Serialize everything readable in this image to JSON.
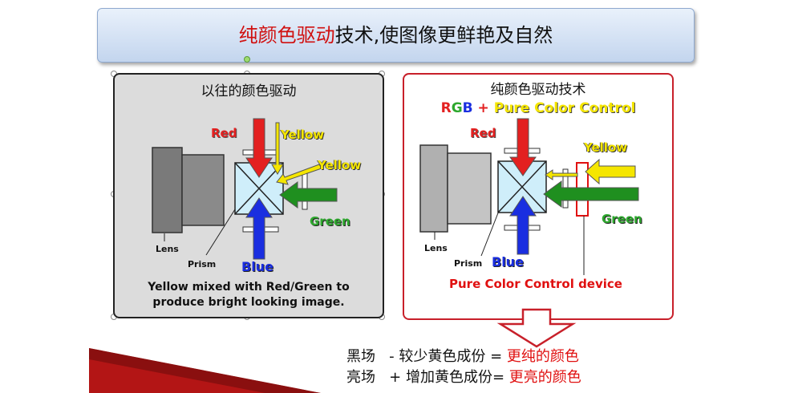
{
  "banner": {
    "highlight": "纯颜色驱动",
    "rest": "技术,使图像更鲜艳及自然"
  },
  "left_panel": {
    "title": "以往的颜色驱动",
    "labels": {
      "red": "Red",
      "yellow_top": "Yellow",
      "yellow_side": "Yellow",
      "green": "Green",
      "blue": "Blue",
      "lens": "Lens",
      "prism": "Prism"
    },
    "caption_line1": "Yellow mixed with Red/Green to",
    "caption_line2": "produce bright looking image."
  },
  "right_panel": {
    "title": "纯颜色驱动技术",
    "rgb_line": {
      "r": "R",
      "g": "G",
      "b": "B",
      "plus": " + ",
      "pcc": "Pure Color Control"
    },
    "labels": {
      "red": "Red",
      "yellow": "Yellow",
      "green": "Green",
      "blue": "Blue",
      "lens": "Lens",
      "prism": "Prism"
    },
    "device_label": "Pure Color Control device"
  },
  "bottom": {
    "line1_prefix": "黑场   - 较少黄色成份 = ",
    "line1_result": "更纯的颜色",
    "line2_prefix": "亮场   + 增加黄色成份= ",
    "line2_result": "更亮的颜色"
  },
  "colors": {
    "red": "#e32020",
    "yellow": "#f5e600",
    "green": "#1f8f1f",
    "blue": "#1a2ee0",
    "accent": "#c8202a"
  }
}
